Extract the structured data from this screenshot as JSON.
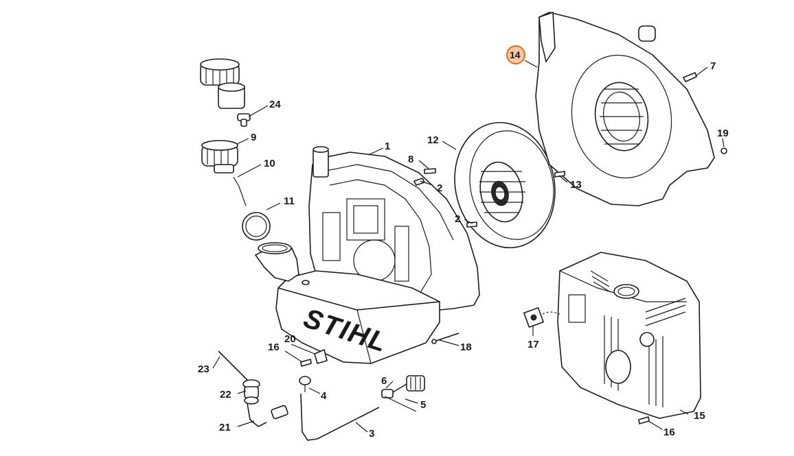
{
  "brand_text": "STIHL",
  "highlight_color": "#e0701e",
  "highlighted_part": "14",
  "callouts": [
    "1",
    "2",
    "2",
    "3",
    "4",
    "5",
    "6",
    "7",
    "8",
    "9",
    "10",
    "11",
    "12",
    "13",
    "14",
    "15",
    "16",
    "16",
    "17",
    "18",
    "19",
    "20",
    "21",
    "22",
    "23",
    "24"
  ]
}
